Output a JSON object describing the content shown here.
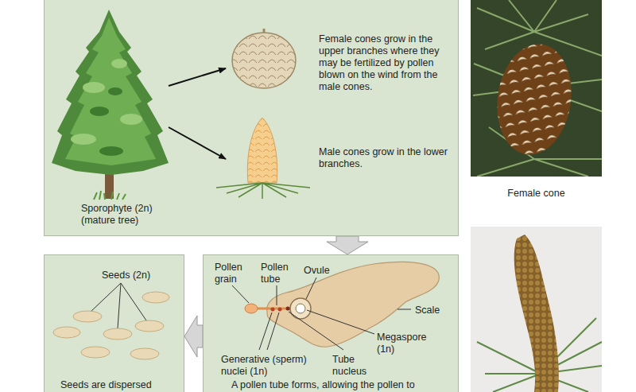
{
  "diagram": {
    "nodes": [
      {
        "text": [
          "Female cones grow in the upper branches where they may be fertilized by pollen blown on the wind from the male cones.",
          "Male cones grow in the lower branches.",
          "Sporophyte (2n) (mature tree)"
        ]
      },
      {
        "text": [
          "Seeds (2n)",
          "Seeds are dispersed"
        ]
      },
      {
        "text": [
          "Pollen grain",
          "Pollen tube",
          "Ovule",
          "Scale",
          "Megaspore (1n)",
          "Generative (sperm) nuclei (1n)",
          "Tube nucleus",
          "A pollen tube forms, allowing the pollen to"
        ]
      }
    ],
    "edges": [
      {
        "from": 0,
        "to": 2,
        "arrow": "to"
      },
      {
        "from": 2,
        "to": 1,
        "arrow": "to"
      }
    ],
    "labels": [
      "Female cone"
    ]
  }
}
